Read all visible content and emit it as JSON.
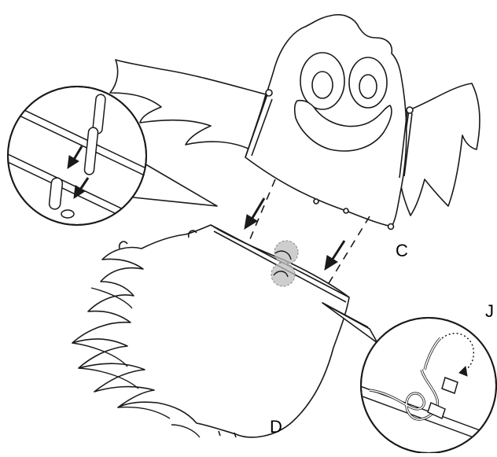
{
  "labels": {
    "c": "C",
    "d": "D",
    "j": "J"
  },
  "colors": {
    "stroke": "#1a1a1a",
    "fill": "#ffffff",
    "hinge_marker": "#bdbdbd",
    "zoom_bg": "#d9d9d9"
  },
  "icons": [
    "arrow-down-icon",
    "zoom-detail-icon",
    "knot-icon"
  ]
}
